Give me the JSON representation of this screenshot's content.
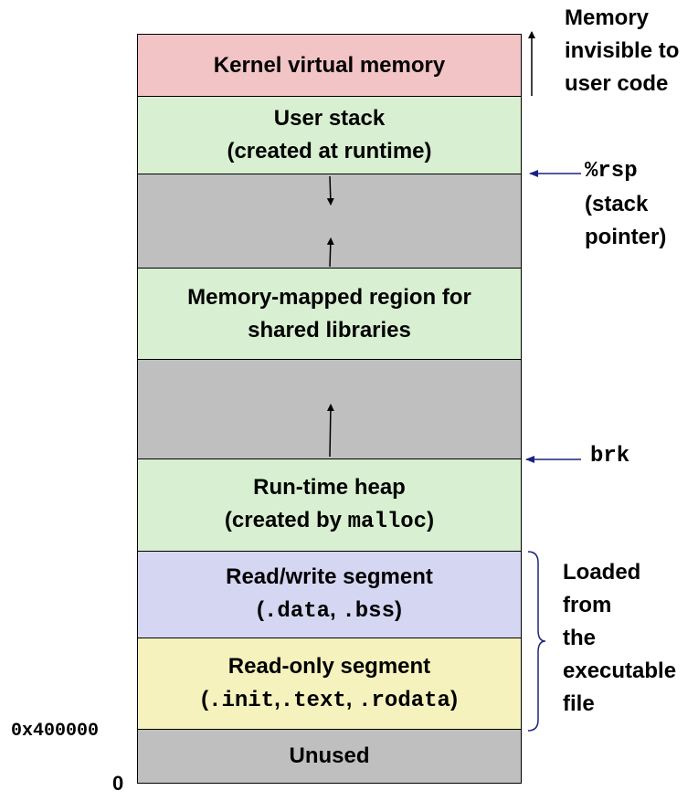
{
  "colors": {
    "kernel": "#f2c4c6",
    "green": "#d8f0d1",
    "gap": "#bfbfbf",
    "rw": "#d5d6f2",
    "ro": "#f5f2bd",
    "unused": "#bfbfbf",
    "pointer_arrow": "#1a237e"
  },
  "segments": {
    "kernel": {
      "line1": "Kernel virtual memory"
    },
    "user_stack": {
      "line1": "User stack",
      "line2": "(created at runtime)"
    },
    "mmap": {
      "line1": "Memory-mapped region for",
      "line2": "shared libraries"
    },
    "heap": {
      "line1": "Run-time heap",
      "line2_prefix": "(created by ",
      "line2_code": "malloc",
      "line2_suffix": ")"
    },
    "rw": {
      "line1": "Read/write segment",
      "line2_prefix": "(",
      "line2_code1": ".data",
      "line2_sep": ", ",
      "line2_code2": ".bss",
      "line2_suffix": ")"
    },
    "ro": {
      "line1": "Read-only segment",
      "line2_prefix": "(",
      "line2_code1": ".init",
      "line2_sep1": ",",
      "line2_code2": ".text",
      "line2_sep2": ", ",
      "line2_code3": ".rodata",
      "line2_suffix": ")"
    },
    "unused": {
      "line1": "Unused"
    }
  },
  "annotations": {
    "invisible": [
      "Memory",
      "invisible to",
      "user code"
    ],
    "rsp_code": "%rsp",
    "rsp_text": [
      "(stack",
      "pointer)"
    ],
    "brk": "brk",
    "loaded": [
      "Loaded",
      "from",
      "the",
      "executable",
      "file"
    ]
  },
  "addresses": {
    "start": "0x400000",
    "zero": "0"
  }
}
